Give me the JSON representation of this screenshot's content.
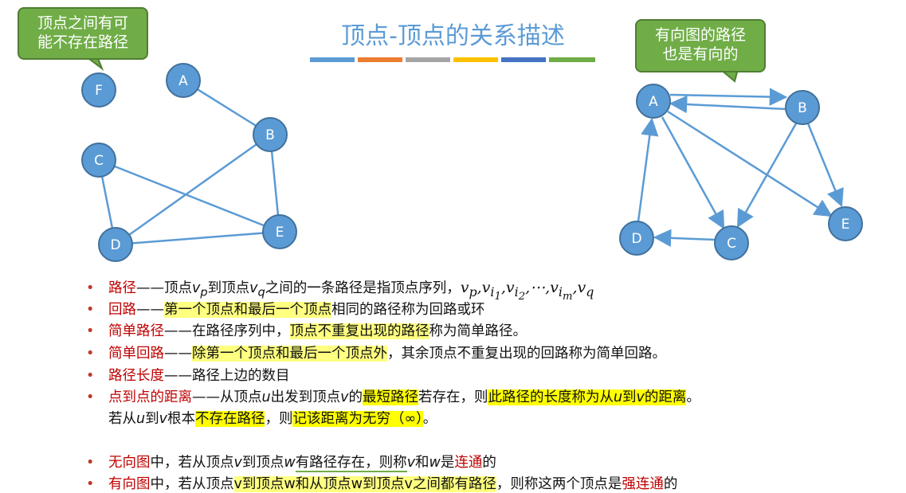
{
  "title": "顶点-顶点的关系描述",
  "color_bar_colors": [
    "#5B9BD5",
    "#ED7D31",
    "#A5A5A5",
    "#FFC000",
    "#4472C4",
    "#70AD47"
  ],
  "callout_left": {
    "line1": "顶点之间有可",
    "line2": "能不存在路径"
  },
  "callout_right": {
    "line1": "有向图的路径",
    "line2": "也是有向的"
  },
  "undirected_graph": {
    "nodes": [
      "A",
      "B",
      "C",
      "D",
      "E",
      "F"
    ],
    "edges": [
      [
        "A",
        "B"
      ],
      [
        "B",
        "D"
      ],
      [
        "B",
        "E"
      ],
      [
        "C",
        "D"
      ],
      [
        "C",
        "E"
      ],
      [
        "D",
        "E"
      ]
    ]
  },
  "directed_graph": {
    "nodes": [
      "A",
      "B",
      "C",
      "D",
      "E"
    ],
    "edges": [
      [
        "A",
        "B"
      ],
      [
        "B",
        "A"
      ],
      [
        "A",
        "C"
      ],
      [
        "A",
        "E"
      ],
      [
        "B",
        "C"
      ],
      [
        "B",
        "E"
      ],
      [
        "C",
        "D"
      ],
      [
        "D",
        "A"
      ]
    ]
  },
  "bullets": {
    "path": {
      "term": "路径",
      "sep": "——",
      "t1": "顶点",
      "vp": "v",
      "vp_sub": "p",
      "t2": "到顶点",
      "vq": "v",
      "vq_sub": "q",
      "t3": "之间的一条路径是指顶点序列，",
      "seq": "v",
      "seq_sub": "p"
    },
    "cycle": {
      "term": "回路",
      "sep": "——",
      "hl": "第一个顶点和最后一个顶点",
      "rest": "相同的路径称为回路或环"
    },
    "simple_path": {
      "term": "简单路径",
      "sep": "——",
      "t1": "在路径序列中，",
      "hl": "顶点不重复出现的路径",
      "rest": "称为简单路径。"
    },
    "simple_cycle": {
      "term": "简单回路",
      "sep": "——",
      "hl": "除第一个顶点和最后一个顶点外",
      "rest": "，其余顶点不重复出现的回路称为简单回路。"
    },
    "path_length": {
      "term": "路径长度",
      "sep": "——",
      "rest": "路径上边的数目"
    },
    "distance": {
      "term": "点到点的距离",
      "sep": "——",
      "t1": "从顶点",
      "u": "u",
      "t2": "出发到顶点",
      "v": "v",
      "t3": "的",
      "hl1": "最短路径",
      "t4": "若存在，则",
      "hl2": "此路径的长度称为从",
      "hl2u": "u",
      "hl2b": "到",
      "hl2v": "v",
      "hl2c": "的距离",
      "t5": "。",
      "l2a": "若从",
      "l2u": "u",
      "l2b": "到",
      "l2v": "v",
      "l2c": "根本",
      "hl3": "不存在路径",
      "l2d": "，则",
      "hl4": "记该距离为无穷（∞）",
      "l2e": "。"
    },
    "undirected": {
      "term": "无向图",
      "t1": "中，若从顶点",
      "v": "v",
      "t2": "到顶点",
      "w": "w",
      "t3": "有路径存在，则称",
      "v2": "v",
      "t4": "和",
      "w2": "w",
      "t5": "是",
      "term2": "连通",
      "t6": "的"
    },
    "directed": {
      "term": "有向图",
      "t1": "中，若从顶点",
      "hl": "v到顶点w和从顶点w到顶点v之间都有路径",
      "t2": "，则称这两个顶点是",
      "term2": "强连通",
      "t3": "的"
    }
  }
}
